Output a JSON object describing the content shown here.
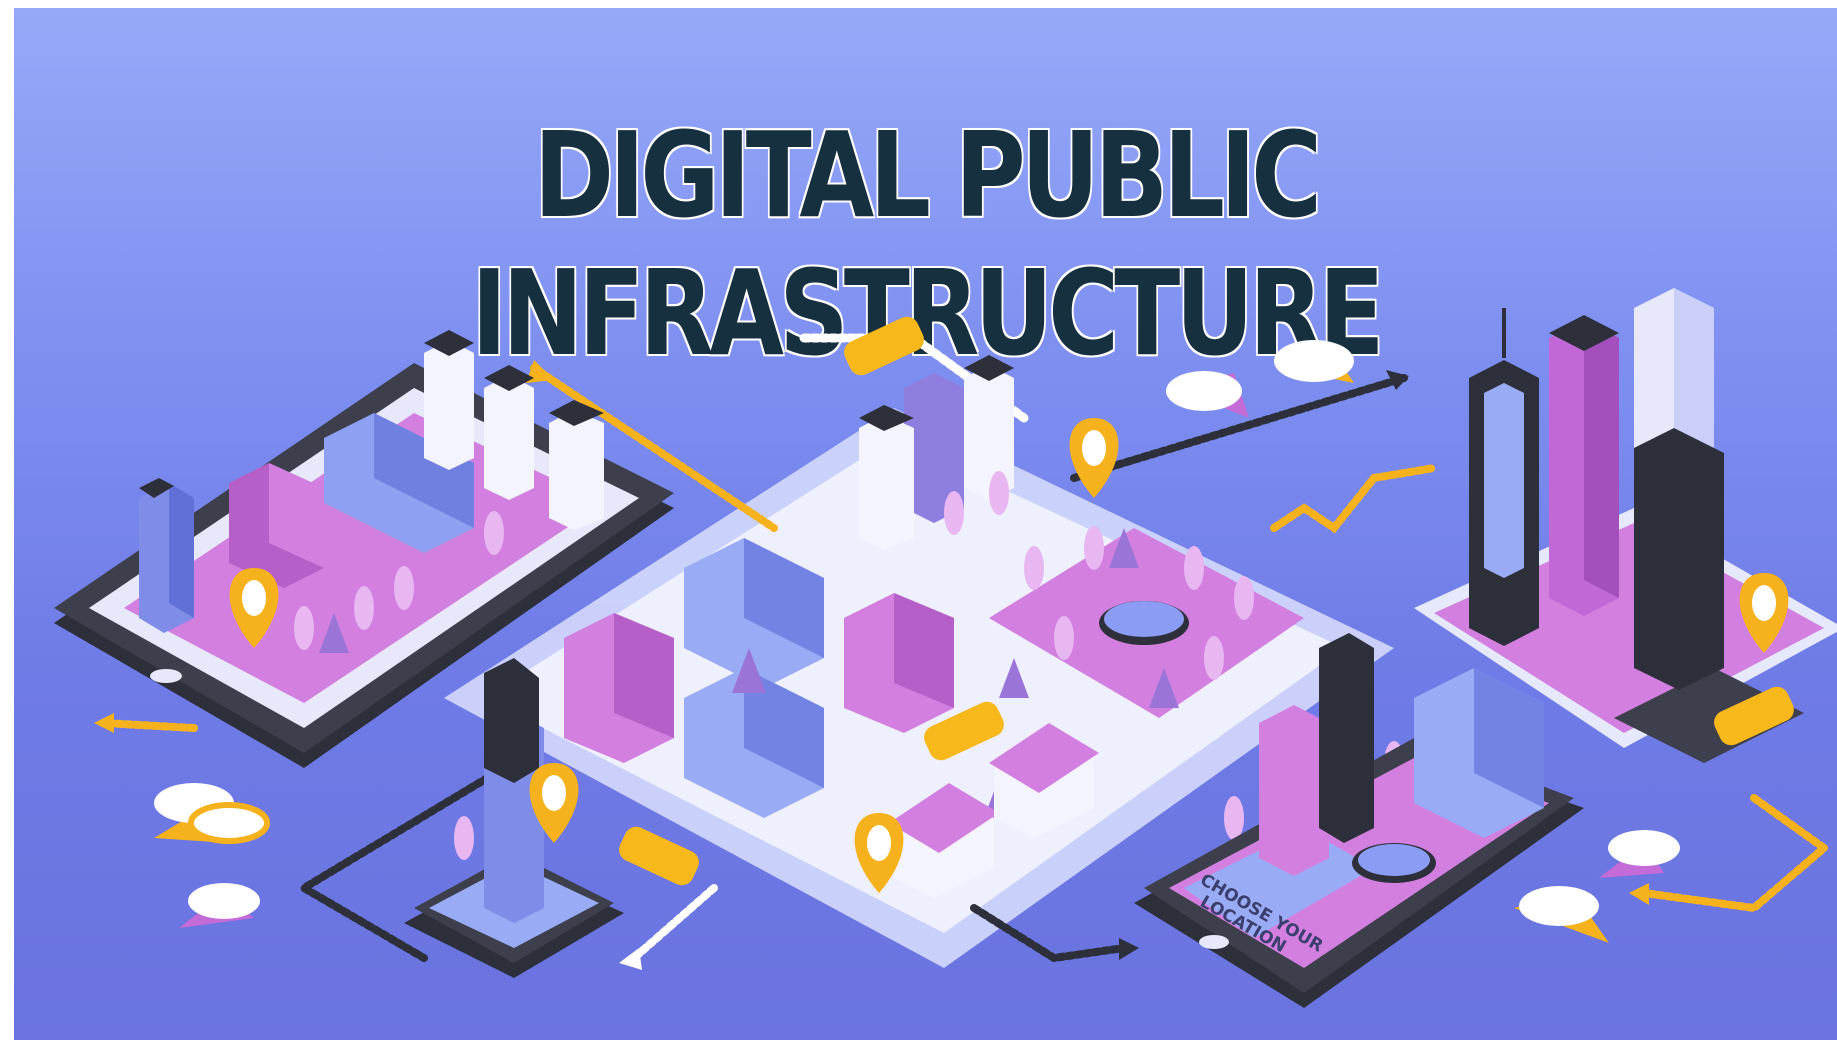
{
  "title": "DIGITAL PUBLIC INFRASTRUCTURE",
  "phone_caption": {
    "line1": "CHOOSE YOUR",
    "line2": "LOCATION"
  },
  "colors": {
    "background_top": "#96a9f8",
    "background_bottom": "#6a73df",
    "title_text": "#17303f",
    "road_light": "#e3e6fb",
    "block_pink": "#d27fe0",
    "building_blue": "#7f8de8",
    "building_dark": "#2d2f3a",
    "taxi_yellow": "#f7b81b",
    "pin_yellow": "#f6b21c"
  },
  "icons": [
    "tablet-icon",
    "smartphone-icon",
    "taxi-icon",
    "map-pin-icon",
    "speech-bubble-icon",
    "arrow-icon",
    "tree-icon",
    "skyscraper-icon",
    "house-icon",
    "pond-icon"
  ]
}
